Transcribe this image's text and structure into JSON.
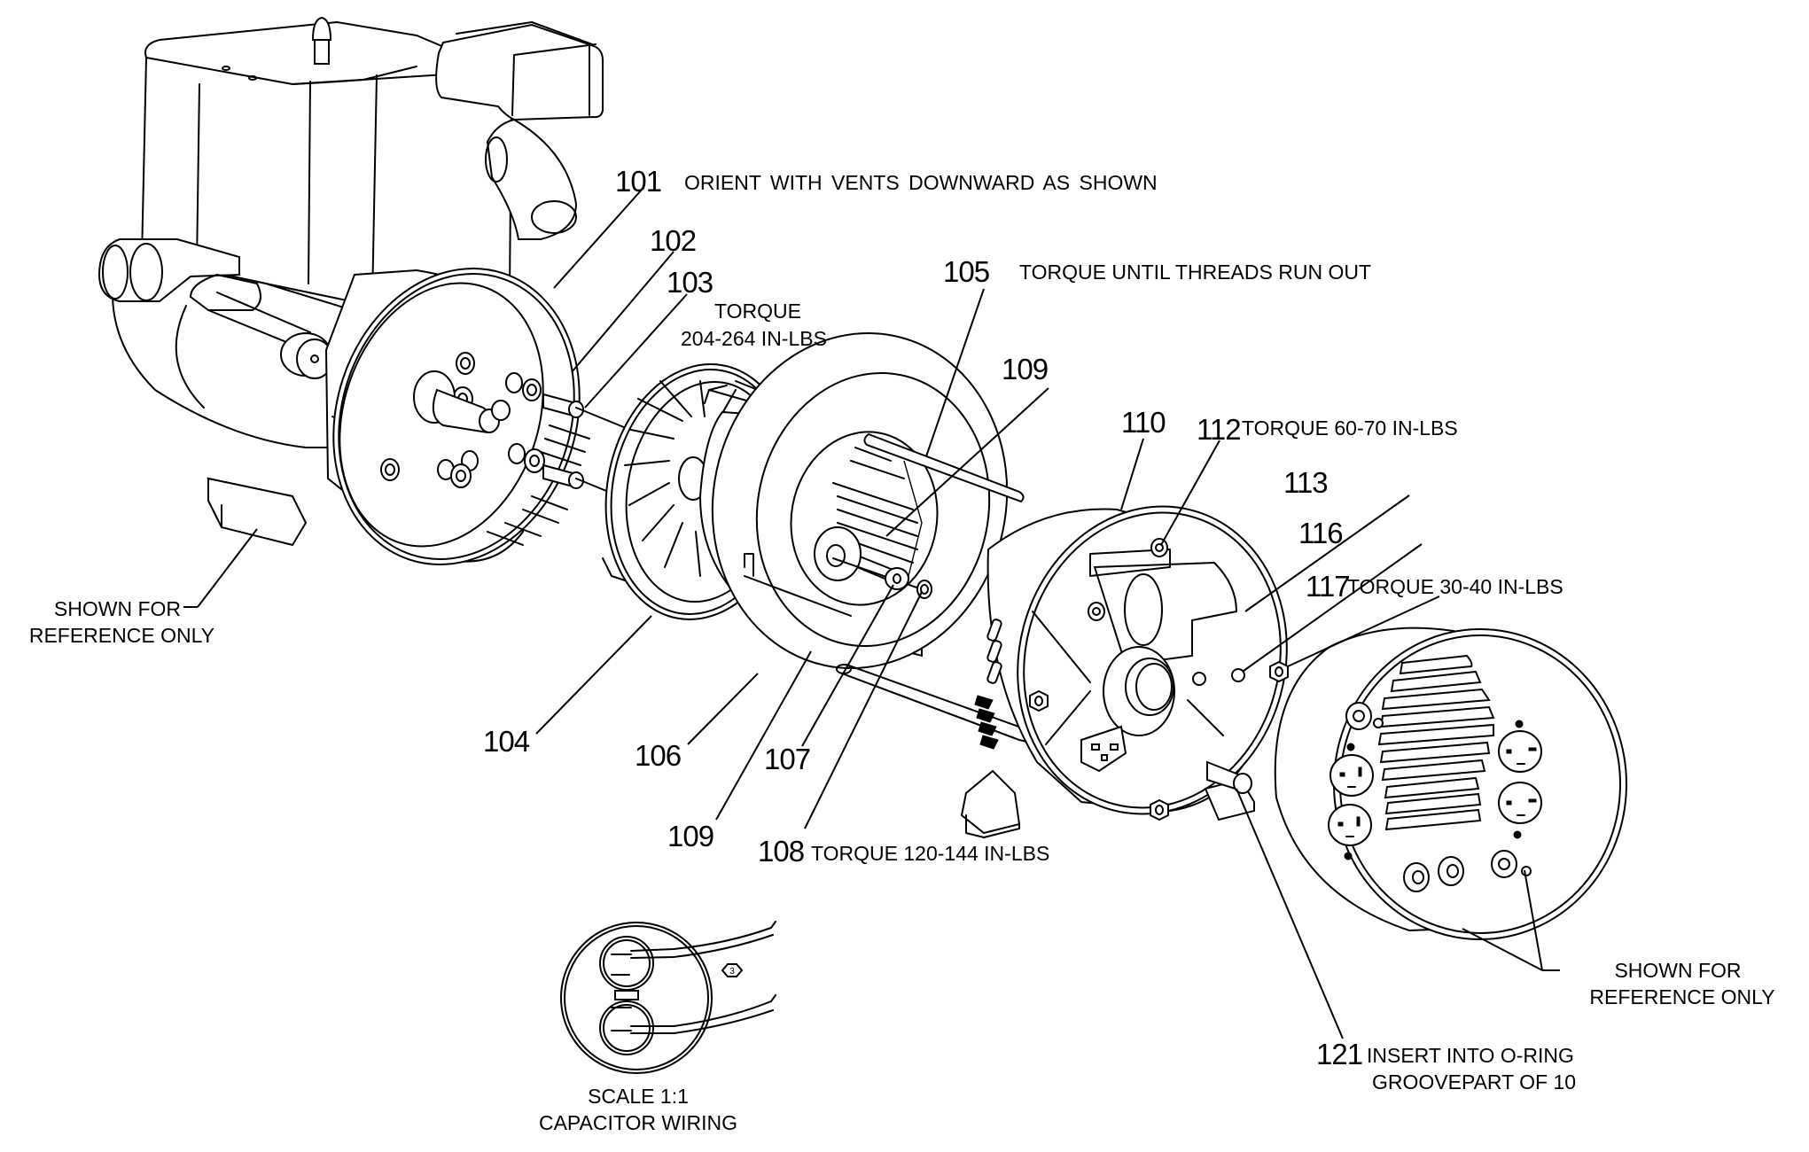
{
  "diagram": {
    "title": "Generator exploded assembly view",
    "callouts": [
      {
        "id": "101",
        "note": "ORIENT  WITH  VENTS  DOWNWARD  AS  SHOWN"
      },
      {
        "id": "102",
        "note": ""
      },
      {
        "id": "103",
        "note": "TORQUE",
        "note2": "204-264 IN-LBS"
      },
      {
        "id": "104",
        "note": ""
      },
      {
        "id": "105",
        "note": "TORQUE UNTIL THREADS RUN OUT"
      },
      {
        "id": "106",
        "note": ""
      },
      {
        "id": "107",
        "note": ""
      },
      {
        "id": "108",
        "note": "TORQUE 120-144 IN-LBS"
      },
      {
        "id": "109",
        "note": ""
      },
      {
        "id": "109b",
        "label": "109",
        "note": ""
      },
      {
        "id": "110",
        "note": ""
      },
      {
        "id": "112",
        "note": "TORQUE 60-70 IN-LBS"
      },
      {
        "id": "113",
        "note": ""
      },
      {
        "id": "116",
        "note": ""
      },
      {
        "id": "117",
        "note": "TORQUE 30-40 IN-LBS"
      },
      {
        "id": "121",
        "note": "INSERT INTO O-RING",
        "note2": "GROOVEPART OF 10"
      }
    ],
    "reference_left": {
      "line1": "SHOWN FOR",
      "line2": "REFERENCE ONLY"
    },
    "reference_right": {
      "line1": "SHOWN FOR",
      "line2": "REFERENCE ONLY"
    },
    "detail": {
      "line1": "SCALE 1:1",
      "line2": "CAPACITOR WIRING",
      "hex_marker": "3"
    }
  }
}
